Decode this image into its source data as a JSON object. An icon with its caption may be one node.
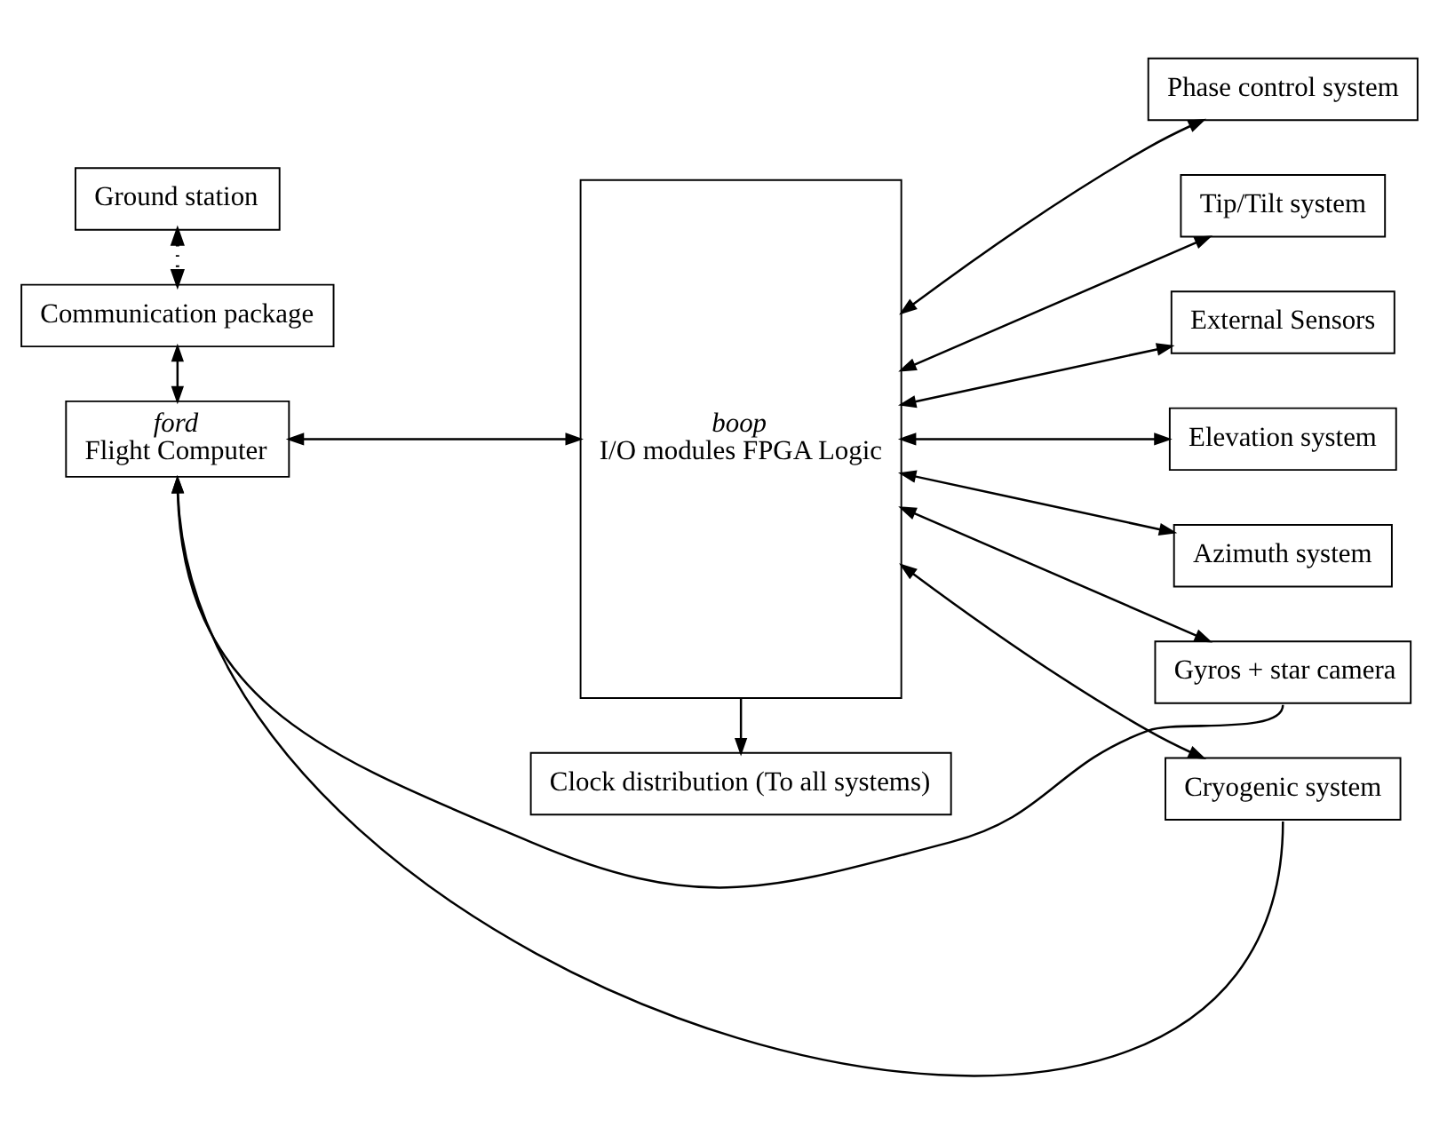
{
  "diagram": {
    "nodes": [
      {
        "text": [
          "Clock distribution (To all systems)"
        ]
      },
      {
        "text": [
          "Ground station"
        ]
      },
      {
        "text": [
          "boop",
          "I/O modules FPGA Logic"
        ]
      },
      {
        "text": [
          "Communication package"
        ]
      },
      {
        "text": [
          "ford",
          "Flight Computer"
        ]
      },
      {
        "text": [
          "Phase control system"
        ]
      },
      {
        "text": [
          "Tip/Tilt system"
        ]
      },
      {
        "text": [
          "External Sensors"
        ]
      },
      {
        "text": [
          "Elevation system"
        ]
      },
      {
        "text": [
          "Azimuth system"
        ]
      },
      {
        "text": [
          "Gyros + star camera"
        ]
      },
      {
        "text": [
          "Cryogenic system"
        ]
      }
    ],
    "edges": [
      {
        "from": 2,
        "to": 0,
        "arrow": "to"
      },
      {
        "from": 2,
        "to": 5,
        "arrow": "both"
      },
      {
        "from": 2,
        "to": 6,
        "arrow": "both"
      },
      {
        "from": 2,
        "to": 7,
        "arrow": "both"
      },
      {
        "from": 2,
        "to": 8,
        "arrow": "both"
      },
      {
        "from": 2,
        "to": 9,
        "arrow": "both"
      },
      {
        "from": 2,
        "to": 10,
        "arrow": "both"
      },
      {
        "from": 2,
        "to": 11,
        "arrow": "both"
      },
      {
        "from": 1,
        "to": 3,
        "arrow": "both",
        "style": "dashed"
      },
      {
        "from": 3,
        "to": 4,
        "arrow": "both"
      },
      {
        "from": 4,
        "to": 2,
        "arrow": "both"
      },
      {
        "from": 11,
        "to": 4,
        "arrow": "to"
      },
      {
        "from": 10,
        "to": 4,
        "arrow": "to"
      }
    ]
  }
}
